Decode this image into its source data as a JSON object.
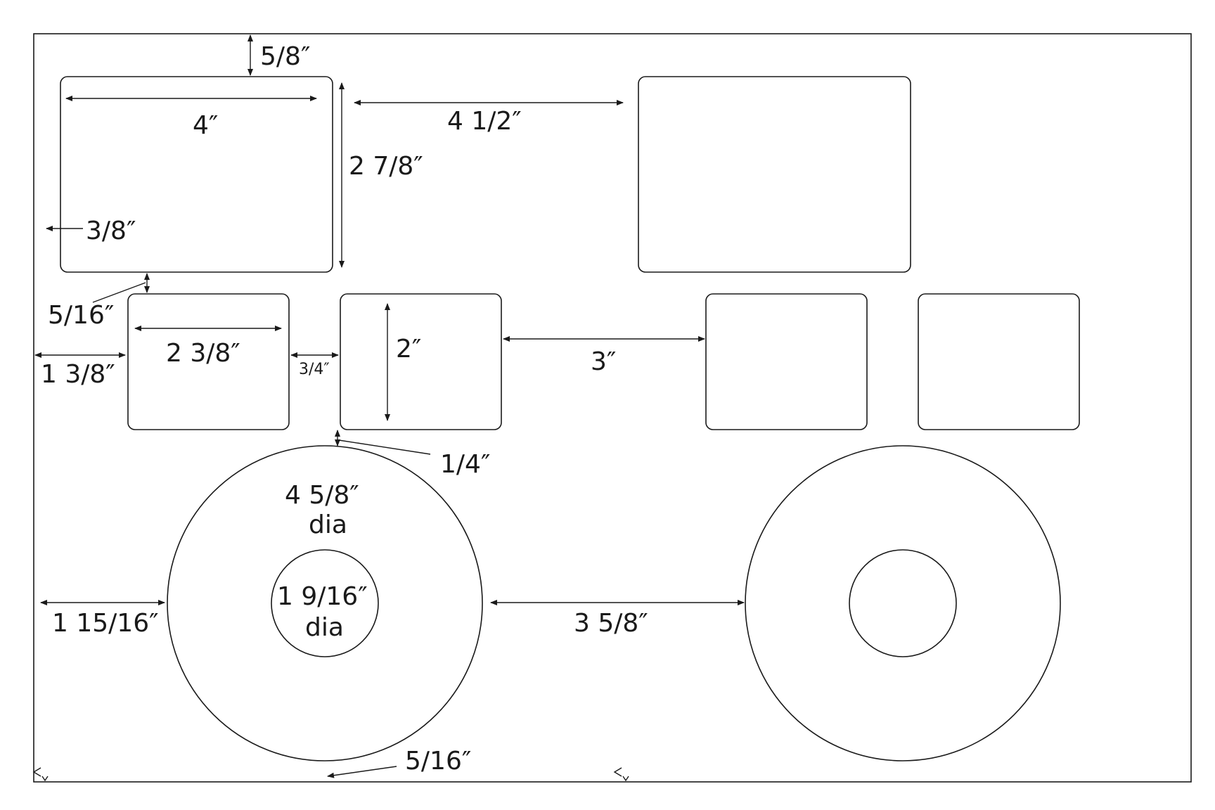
{
  "labels": {
    "top_margin": "5/8″",
    "large_label_width": "4″",
    "large_label_height": "2 7/8″",
    "large_label_gap": "4 1/2″",
    "left_margin": "3/8″",
    "row_gap_top": "5/16″",
    "small_label_width": "2 3/8″",
    "small_left_margin": "1 3/8″",
    "small_label_gap": "3/4″",
    "small_label_height": "2″",
    "small_label_group_gap": "3″",
    "row_gap_bottom": "1/4″",
    "cd_outer": "4 5/8″",
    "cd_outer_unit": "dia",
    "cd_inner": "1 9/16″",
    "cd_inner_unit": "dia",
    "cd_left_margin": "1 15/16″",
    "cd_gap": "3 5/8″",
    "bottom_margin": "5/16″"
  }
}
